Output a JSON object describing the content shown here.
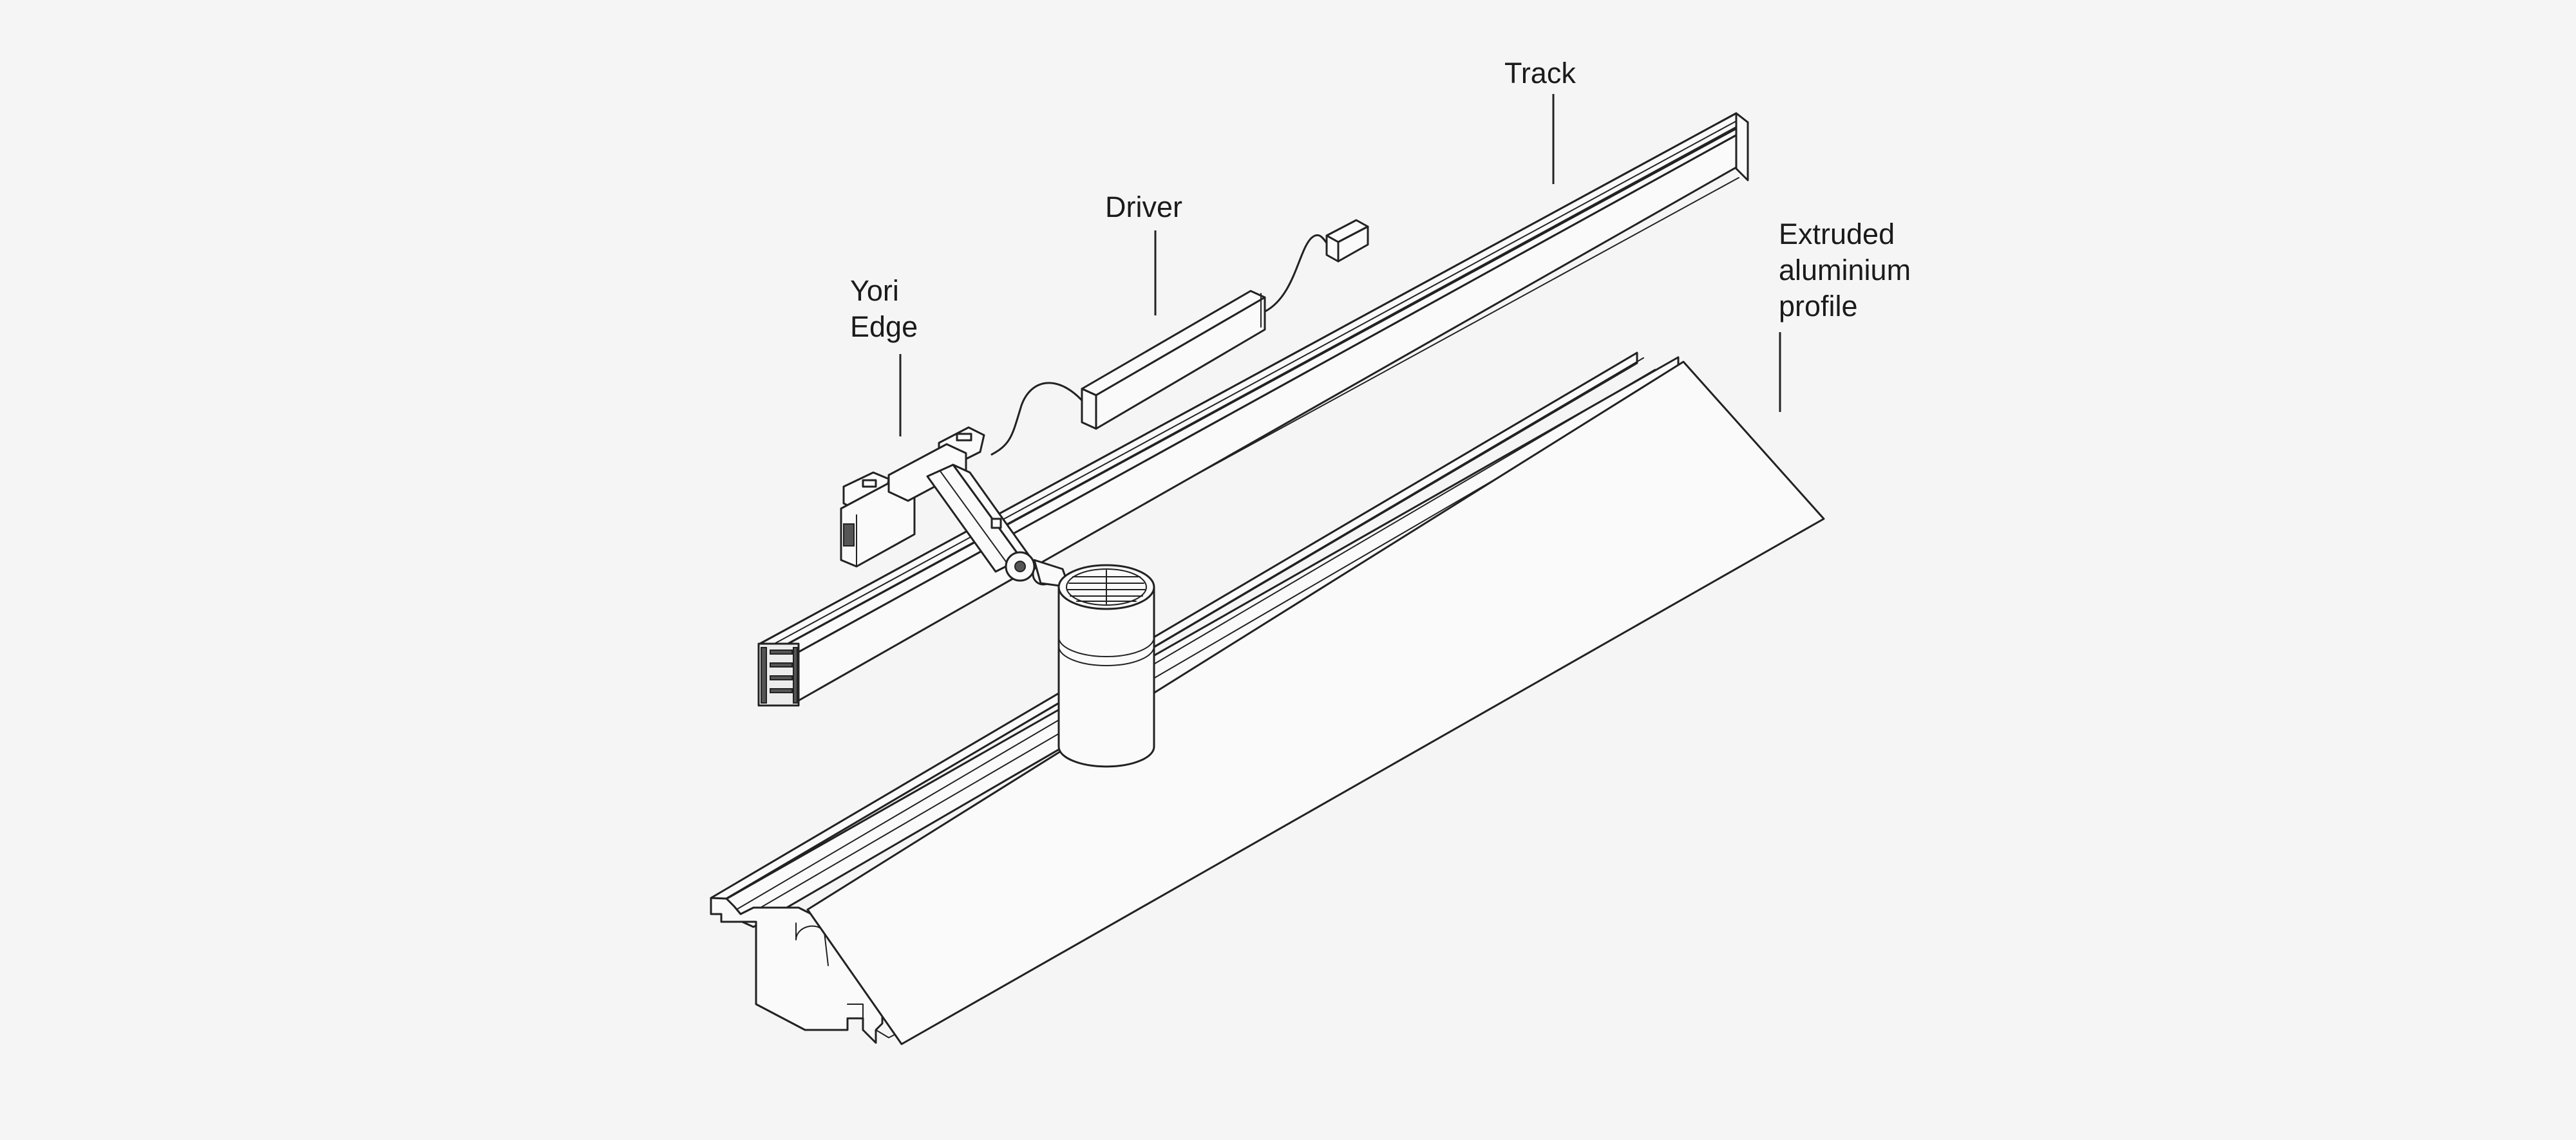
{
  "labels": {
    "track": "Track",
    "driver": "Driver",
    "yori_edge": [
      "Yori",
      "Edge"
    ],
    "profile": [
      "Extruded",
      "aluminium",
      "profile"
    ]
  },
  "colors": {
    "background": "#f5f5f5",
    "ink": "#222222",
    "text": "#1b1b1b"
  }
}
